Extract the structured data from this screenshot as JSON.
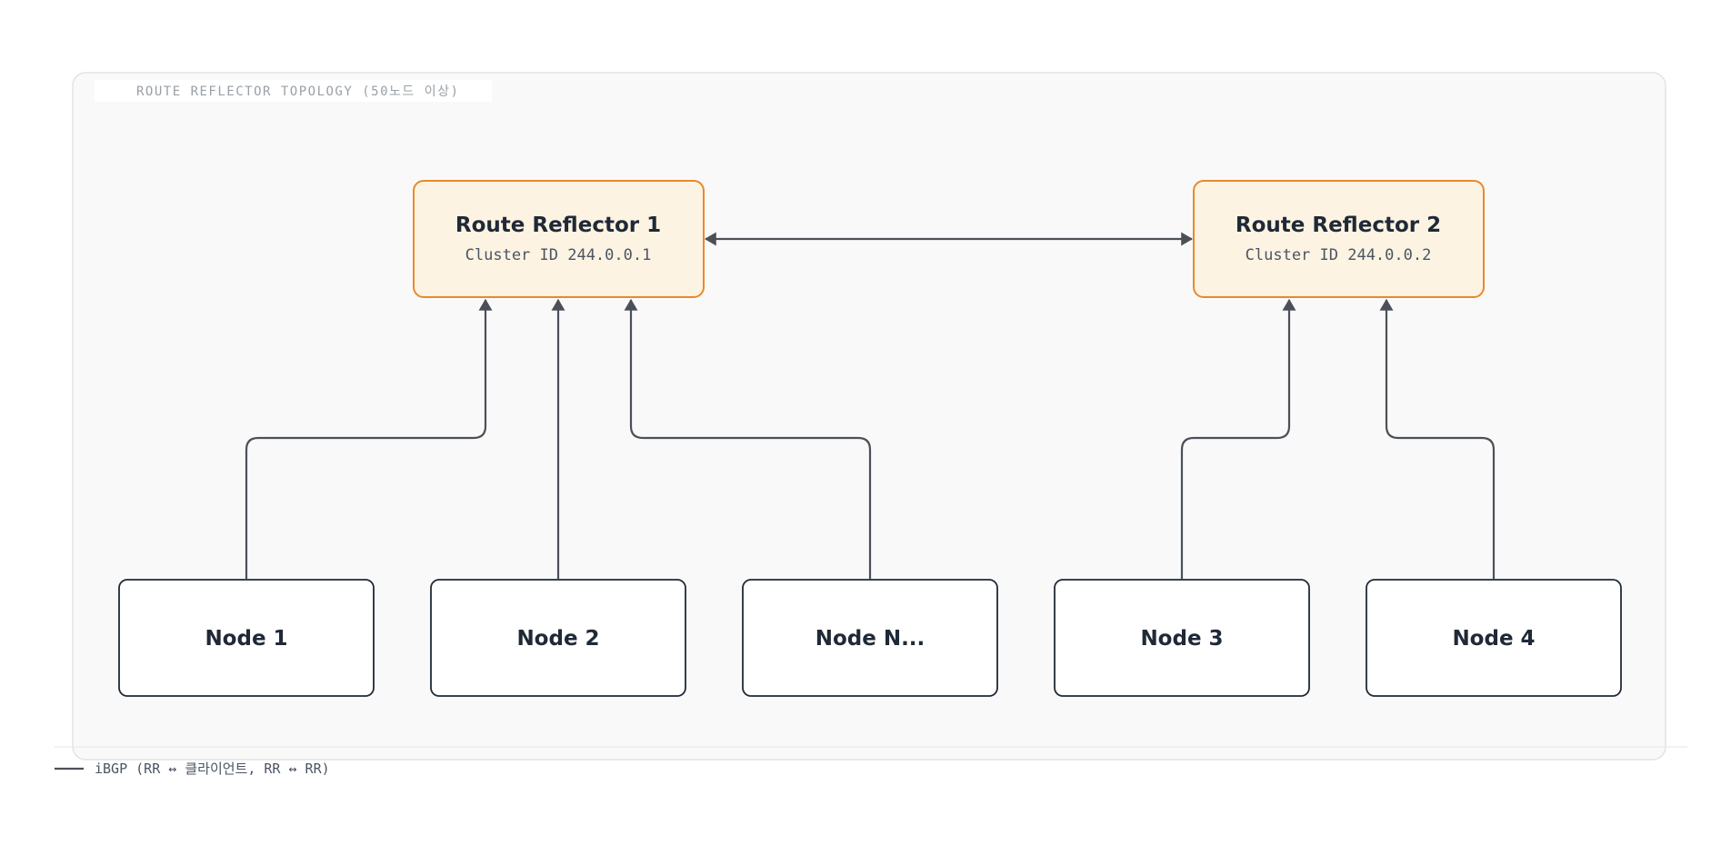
{
  "frame": {
    "title": "ROUTE REFLECTOR TOPOLOGY (50노드 이상)"
  },
  "reflectors": [
    {
      "name": "Route Reflector 1",
      "cluster_id": "Cluster ID 244.0.0.1"
    },
    {
      "name": "Route Reflector 2",
      "cluster_id": "Cluster ID 244.0.0.2"
    }
  ],
  "nodes": [
    {
      "name": "Node 1"
    },
    {
      "name": "Node 2"
    },
    {
      "name": "Node N..."
    },
    {
      "name": "Node 3"
    },
    {
      "name": "Node 4"
    }
  ],
  "legend": {
    "label": "iBGP (RR ↔ 클라이언트, RR ↔ RR)"
  },
  "colors": {
    "frame_bg": "#f9f9f9",
    "frame_border": "#e3e3e3",
    "reflector_fill": "#fdf3e2",
    "reflector_border": "#e8892c",
    "node_fill": "#ffffff",
    "node_border": "#1f2937",
    "connector": "#4b5058"
  }
}
